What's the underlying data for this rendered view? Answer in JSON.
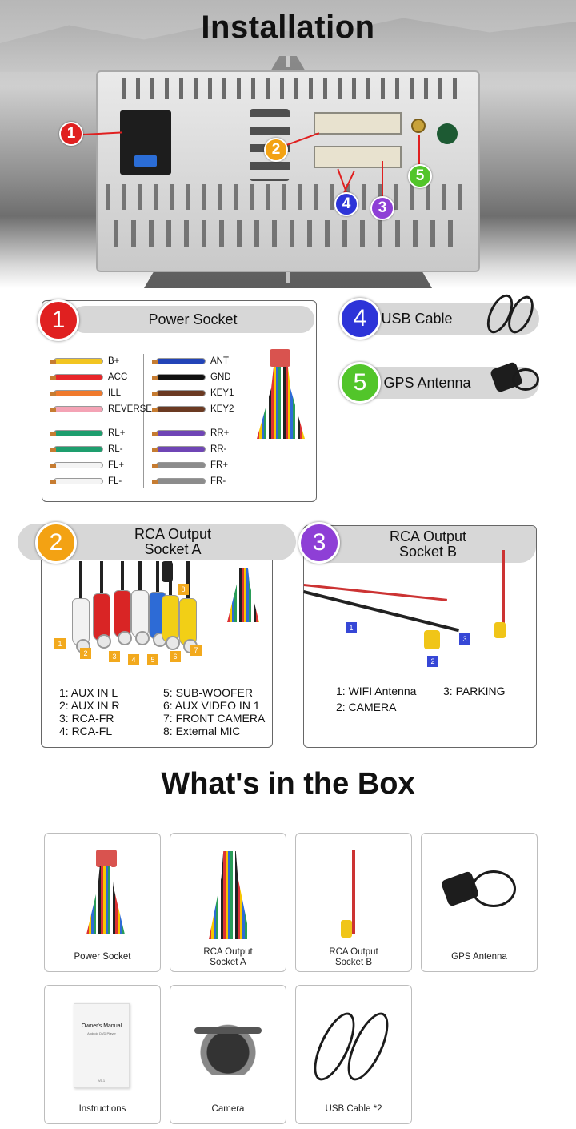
{
  "title": "Installation",
  "markers": [
    "1",
    "2",
    "3",
    "4",
    "5"
  ],
  "power_socket": {
    "number": "1",
    "title": "Power Socket",
    "left_wires": [
      {
        "label": "B+",
        "color": "#f2c521"
      },
      {
        "label": "ACC",
        "color": "#e8262a"
      },
      {
        "label": "ILL",
        "color": "#f07a2d"
      },
      {
        "label": "REVERSE",
        "color": "#f4a3b5"
      },
      {
        "label": "RL+",
        "color": "#1e9e6e"
      },
      {
        "label": "RL-",
        "color": "#1e9e6e"
      },
      {
        "label": "FL+",
        "color": "#f4f4f4"
      },
      {
        "label": "FL-",
        "color": "#f4f4f4"
      }
    ],
    "right_wires": [
      {
        "label": "ANT",
        "color": "#2244b8"
      },
      {
        "label": "GND",
        "color": "#111111"
      },
      {
        "label": "KEY1",
        "color": "#6b3a22"
      },
      {
        "label": "KEY2",
        "color": "#6b3a22"
      },
      {
        "label": "RR+",
        "color": "#6f45b5"
      },
      {
        "label": "RR-",
        "color": "#6f45b5"
      },
      {
        "label": "FR+",
        "color": "#8c8c8c"
      },
      {
        "label": "FR-",
        "color": "#8c8c8c"
      }
    ]
  },
  "usb_cable": {
    "number": "4",
    "title": "USB Cable"
  },
  "gps_antenna": {
    "number": "5",
    "title": "GPS Antenna"
  },
  "rca_a": {
    "number": "2",
    "title": "RCA Output\nSocket A",
    "tags": [
      "1",
      "2",
      "3",
      "4",
      "5",
      "6",
      "7",
      "8"
    ],
    "legend_left": [
      "1: AUX IN L",
      "2: AUX IN R",
      "3: RCA-FR",
      "4: RCA-FL"
    ],
    "legend_right": [
      "5: SUB-WOOFER",
      "6: AUX VIDEO IN 1",
      "7: FRONT CAMERA",
      "8: External MIC"
    ]
  },
  "rca_b": {
    "number": "3",
    "title": "RCA Output\nSocket B",
    "tags": [
      "1",
      "2",
      "3"
    ],
    "legend_left": [
      "1: WIFI Antenna",
      "2: CAMERA"
    ],
    "legend_right": [
      "3: PARKING"
    ]
  },
  "box": {
    "title": "What's in the Box",
    "items": [
      {
        "label": "Power Socket"
      },
      {
        "label": "RCA Output\nSocket A"
      },
      {
        "label": "RCA Output\nSocket B"
      },
      {
        "label": "GPS Antenna"
      },
      {
        "label": "Instructions"
      },
      {
        "label": "Camera"
      },
      {
        "label": "USB Cable  *2"
      }
    ],
    "manual_title": "Owner's Manual",
    "manual_sub": "Android DVD Player",
    "manual_ver": "V5.1"
  },
  "colors": {
    "m1": "#e02020",
    "m2": "#f3a213",
    "m3": "#8e3fd6",
    "m4": "#2d34d8",
    "m5": "#52c52a"
  }
}
